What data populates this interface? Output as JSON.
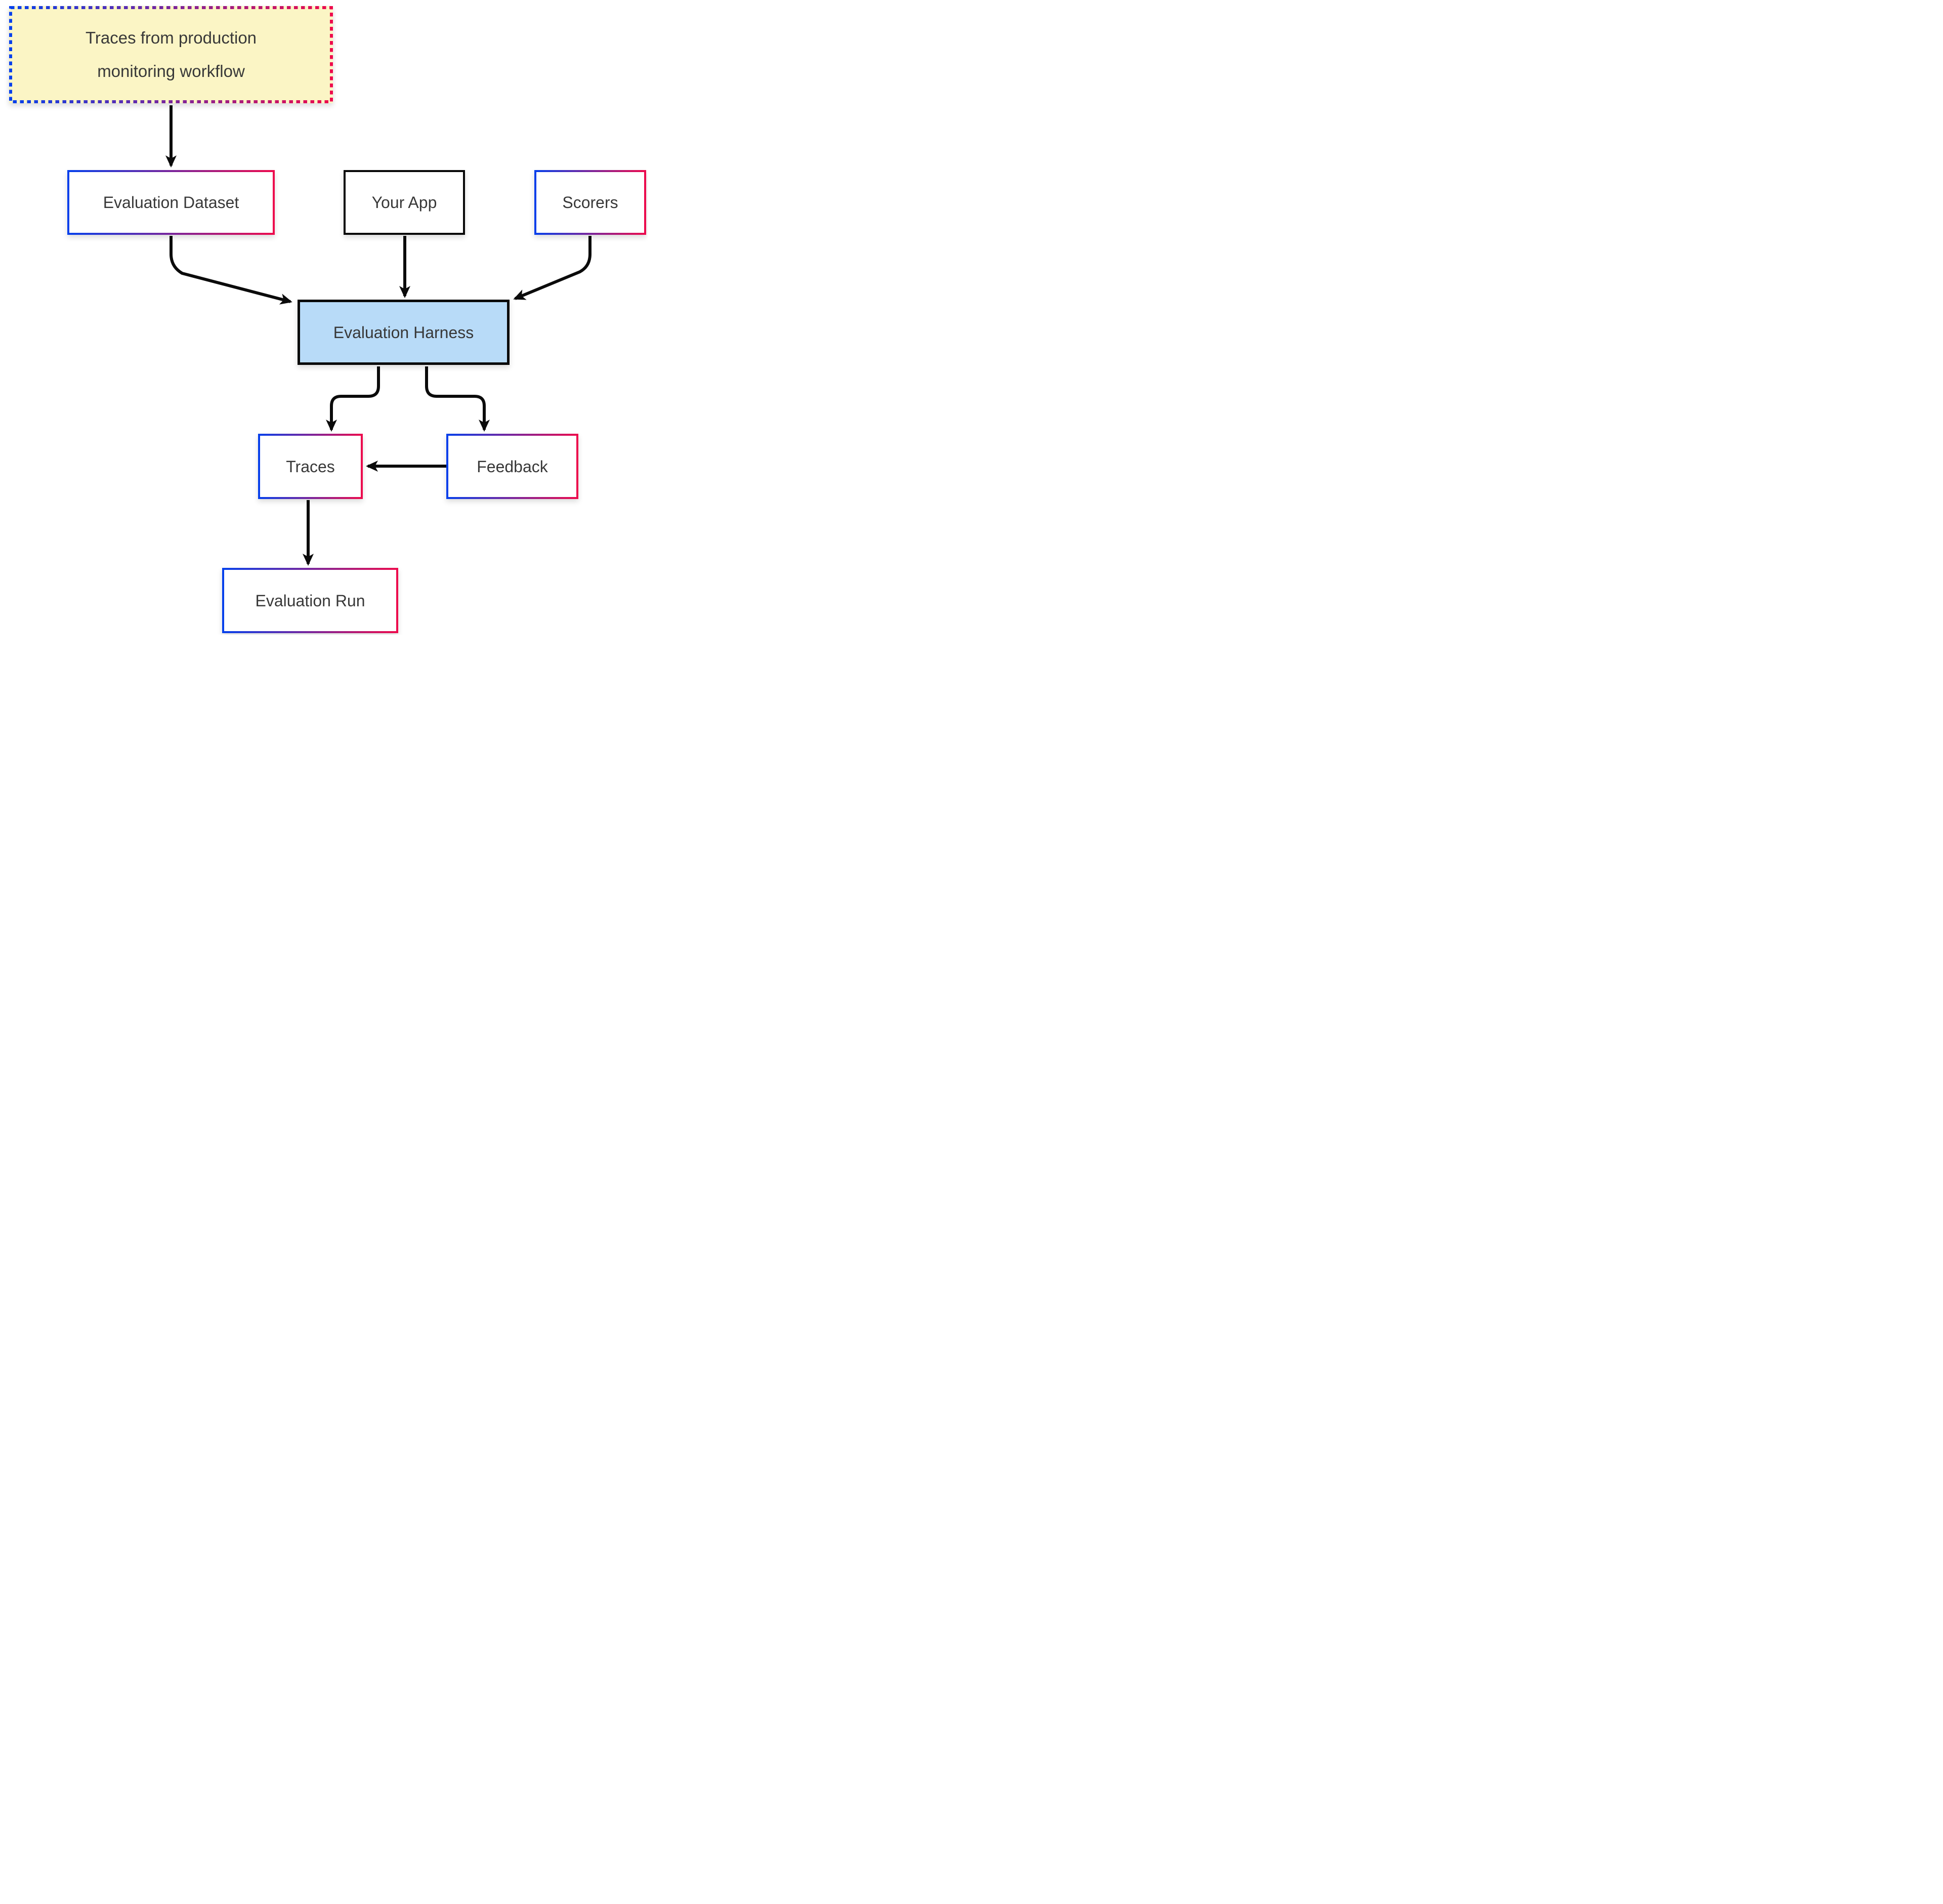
{
  "diagram": {
    "nodes": {
      "traces_source": {
        "label": "Traces from production\nmonitoring workflow",
        "style": "dashed-gradient-border",
        "fill": "#FBF5C5"
      },
      "evaluation_dataset": {
        "label": "Evaluation Dataset",
        "style": "gradient-border",
        "fill": "#FFFFFF"
      },
      "your_app": {
        "label": "Your App",
        "style": "black-border",
        "fill": "#FFFFFF"
      },
      "scorers": {
        "label": "Scorers",
        "style": "gradient-border",
        "fill": "#FFFFFF"
      },
      "evaluation_harness": {
        "label": "Evaluation Harness",
        "style": "black-border",
        "fill": "#B8DBF8"
      },
      "traces": {
        "label": "Traces",
        "style": "gradient-border",
        "fill": "#FFFFFF"
      },
      "feedback": {
        "label": "Feedback",
        "style": "gradient-border",
        "fill": "#FFFFFF"
      },
      "evaluation_run": {
        "label": "Evaluation Run",
        "style": "gradient-border",
        "fill": "#FFFFFF"
      }
    },
    "edges": [
      {
        "from": "traces_source",
        "to": "evaluation_dataset"
      },
      {
        "from": "evaluation_dataset",
        "to": "evaluation_harness"
      },
      {
        "from": "your_app",
        "to": "evaluation_harness"
      },
      {
        "from": "scorers",
        "to": "evaluation_harness"
      },
      {
        "from": "evaluation_harness",
        "to": "traces"
      },
      {
        "from": "evaluation_harness",
        "to": "feedback"
      },
      {
        "from": "feedback",
        "to": "traces"
      },
      {
        "from": "traces",
        "to": "evaluation_run"
      }
    ]
  },
  "colors": {
    "gradient_start": "#0540EC",
    "gradient_end": "#EE0A4C",
    "arrow": "#0B0B0B",
    "background": "#FFFFFF",
    "text": "#383838",
    "trace_source_fill": "#FBF5C5",
    "harness_fill": "#B8DBF8",
    "plain_border": "#0A0A0A",
    "node_fill": "#FFFFFF"
  }
}
